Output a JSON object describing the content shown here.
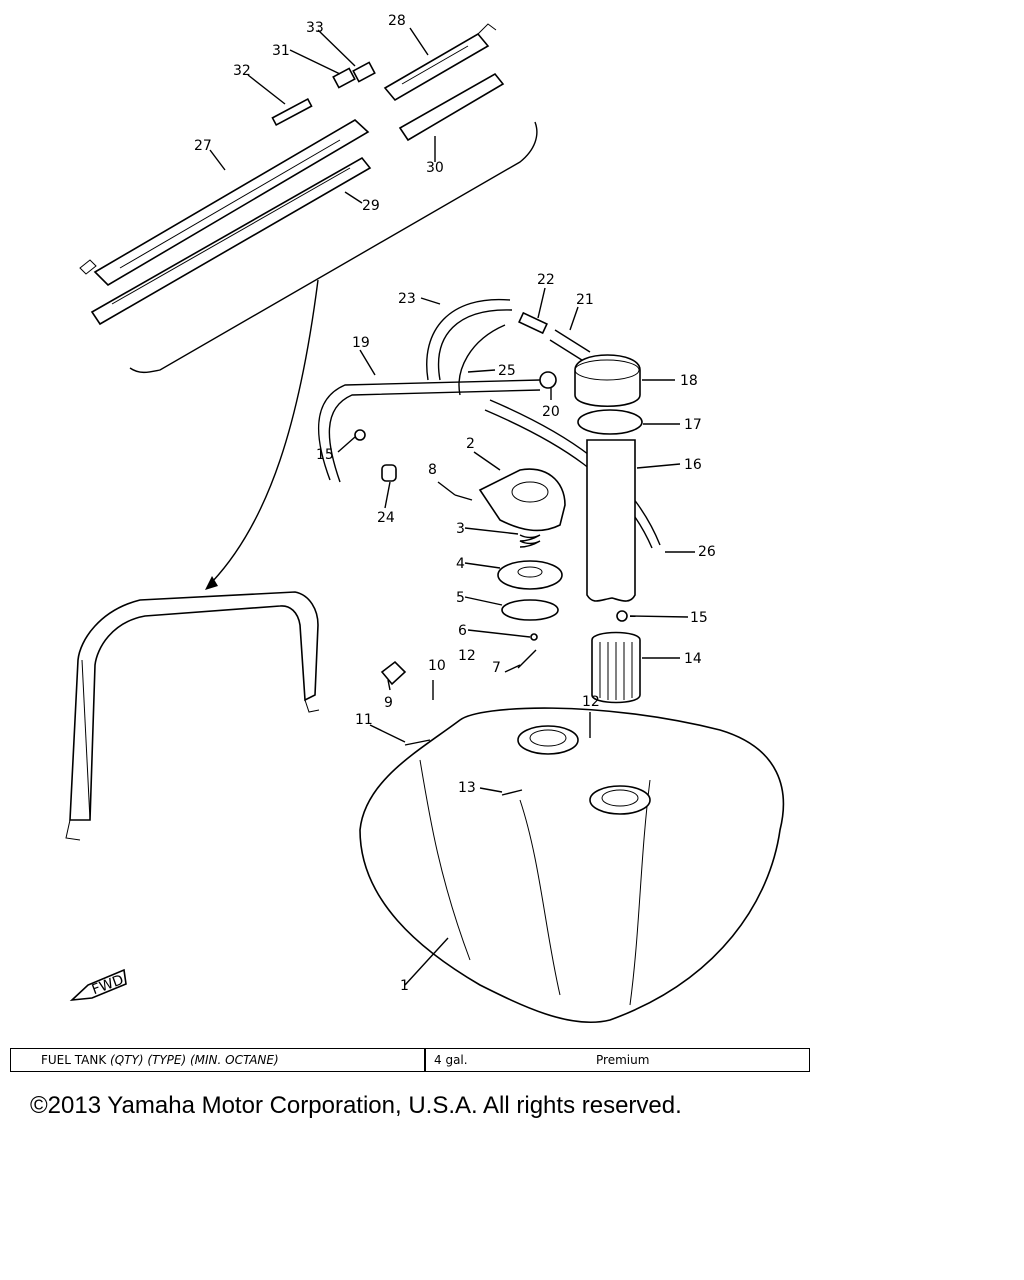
{
  "diagram": {
    "callouts": [
      "1",
      "2",
      "3",
      "4",
      "5",
      "6",
      "7",
      "8",
      "9",
      "10",
      "11",
      "12",
      "12",
      "13",
      "14",
      "15",
      "15",
      "16",
      "17",
      "18",
      "19",
      "20",
      "21",
      "22",
      "23",
      "24",
      "25",
      "26",
      "27",
      "28",
      "29",
      "30",
      "31",
      "32",
      "33"
    ],
    "fwd_label": "FWD"
  },
  "spec_table": {
    "label_plain": "FUEL TANK ",
    "label_italic": "(QTY) (TYPE) (MIN. OCTANE)",
    "qty": "4 gal.",
    "type": "Premium"
  },
  "copyright": "©2013 Yamaha Motor Corporation, U.S.A. All rights reserved."
}
